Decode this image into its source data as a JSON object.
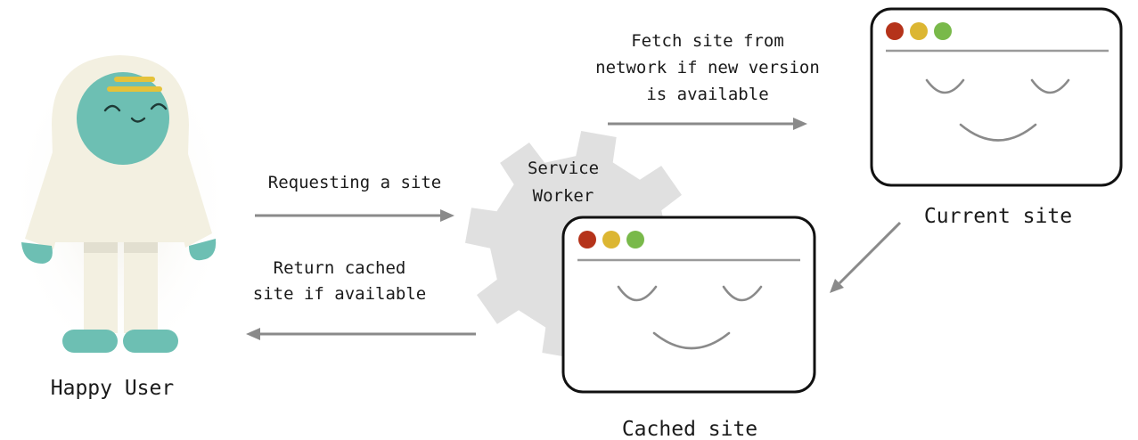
{
  "labels": {
    "requesting": "Requesting a site",
    "return_line1": "Return cached",
    "return_line2": "site if available",
    "fetch_line1": "Fetch site from",
    "fetch_line2": "network if new version",
    "fetch_line3": "is available",
    "sw_line1": "Service",
    "sw_line2": "Worker",
    "current_site": "Current site",
    "cached_site": "Cached site",
    "happy_user": "Happy User"
  },
  "colors": {
    "dot_red": "#b5331a",
    "dot_yellow": "#dcb632",
    "dot_green": "#79b94a",
    "user_body": "#f3f0e1",
    "user_face": "#6dbfb3",
    "user_band": "#e5c23a",
    "gear": "#e0e0e0",
    "arrow": "#8a8a8a"
  },
  "icons": {
    "user": "happy-user-figure",
    "gear": "gear-icon",
    "browser": "browser-window-icon"
  }
}
